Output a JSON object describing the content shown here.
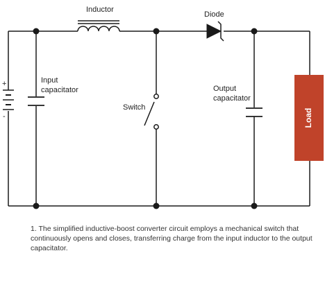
{
  "labels": {
    "inductor": "Inductor",
    "diode": "Diode",
    "input_cap_line1": "Input",
    "input_cap_line2": "capacitator",
    "switch": "Switch",
    "output_cap_line1": "Output",
    "output_cap_line2": "capacitator",
    "load": "Load",
    "battery_plus": "+",
    "battery_minus": "-"
  },
  "colors": {
    "wire": "#1a1a1a",
    "load_fill": "#c0432a"
  },
  "caption": "1. The simplified inductive-boost converter circuit employs a mechanical switch that continuously opens and closes, transferring charge from the input inductor to the output capacitator."
}
